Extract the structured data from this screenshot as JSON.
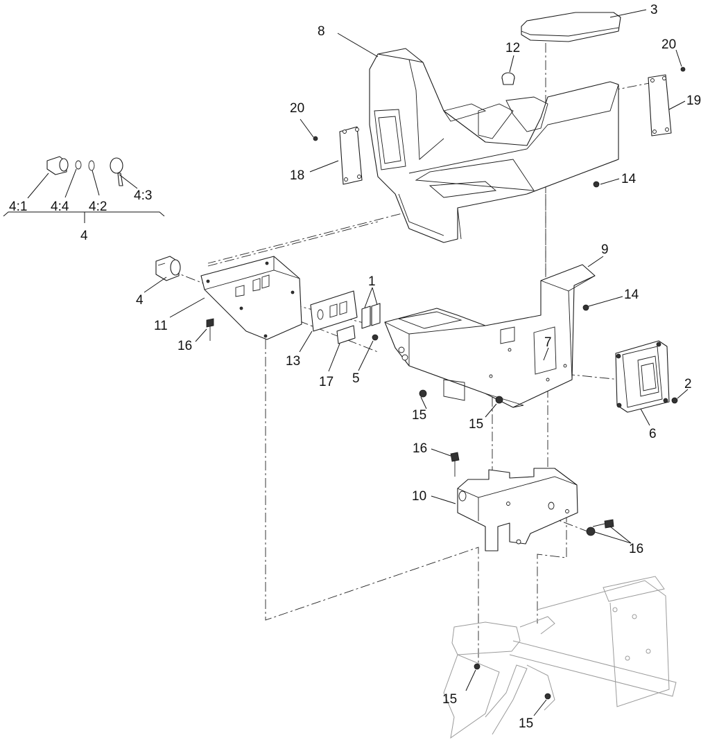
{
  "callouts": {
    "c1": "1",
    "c2": "2",
    "c3": "3",
    "c4_main": "4",
    "c4_switch": "4",
    "c4_1": "4:1",
    "c4_2": "4:2",
    "c4_3": "4:3",
    "c4_4": "4:4",
    "c5": "5",
    "c6": "6",
    "c7": "7",
    "c8": "8",
    "c9": "9",
    "c10": "10",
    "c11": "11",
    "c12": "12",
    "c13": "13",
    "c14_top": "14",
    "c14_mid": "14",
    "c15_a": "15",
    "c15_b": "15",
    "c15_c": "15",
    "c15_d": "15",
    "c16_a": "16",
    "c16_b": "16",
    "c16_c": "16",
    "c17": "17",
    "c18": "18",
    "c19": "19",
    "c20_left": "20",
    "c20_right": "20"
  }
}
